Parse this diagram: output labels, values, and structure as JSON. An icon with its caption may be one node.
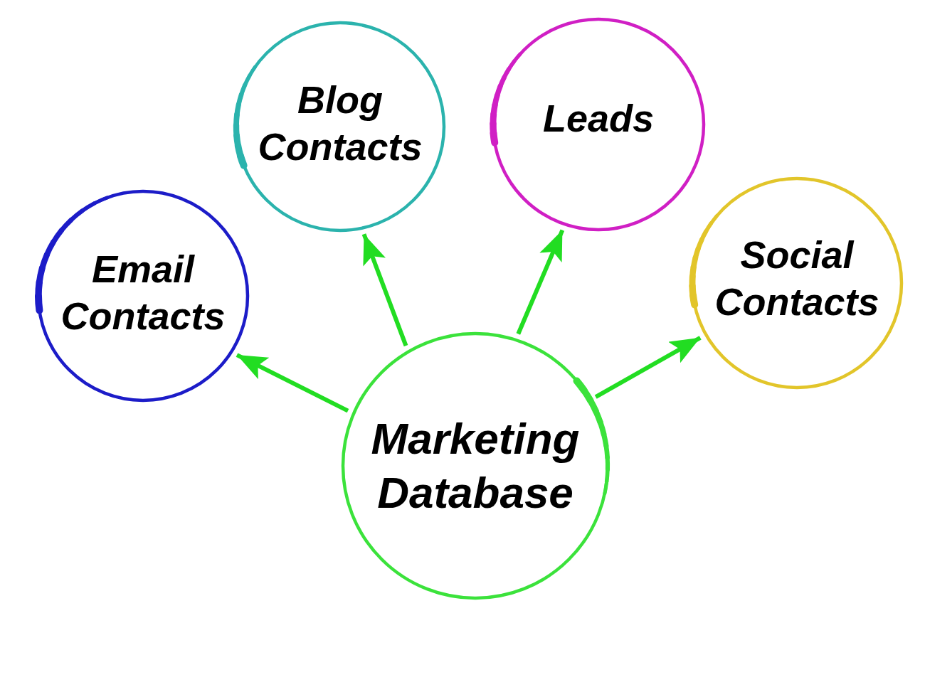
{
  "diagram": {
    "nodes": [
      {
        "text": [
          "Blog Contacts"
        ]
      },
      {
        "text": [
          "Leads"
        ]
      },
      {
        "text": [
          "Email Contacts"
        ]
      },
      {
        "text": [
          "Social Contacts"
        ]
      },
      {
        "text": [
          "Marketing Database"
        ]
      }
    ],
    "edges": [
      {
        "from": 4,
        "to": 2,
        "arrow": "to"
      },
      {
        "from": 4,
        "to": 0,
        "arrow": "to"
      },
      {
        "from": 4,
        "to": 1,
        "arrow": "to"
      },
      {
        "from": 4,
        "to": 3,
        "arrow": "to"
      }
    ]
  }
}
